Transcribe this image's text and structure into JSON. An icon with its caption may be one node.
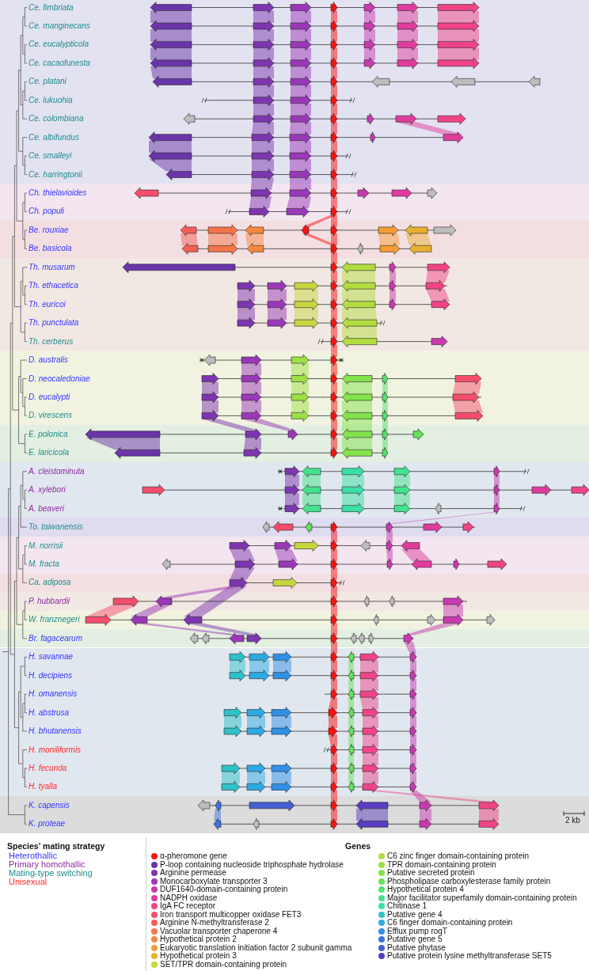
{
  "diagram": {
    "labels": [
      "Ce. fimbriata",
      "Ce. manginecans",
      "Ce. eucalypticola",
      "Ce. cacaofunesta",
      "Ce. platani",
      "Ce. lukuohia",
      "Ce. colombiana",
      "Ce. albifundus",
      "Ce. smalleyi",
      "Ce. harringtonii",
      "Ch. thielavioides",
      "Ch. populi",
      "Be. rouxiae",
      "Be. basicola",
      "Th. musarum",
      "Th. ethacetica",
      "Th. euricoi",
      "Th. punctulata",
      "Th. cerberus",
      "D. australis",
      "D. neocaledoniae",
      "D. eucalypti",
      "D. virescens",
      "E. polonica",
      "E. laricicola",
      "A. cleistominuta",
      "A. xylebori",
      "A. beaveri",
      "To. taiwanensis",
      "M. norrisii",
      "M. fracta",
      "Ca. adiposa",
      "P. hubbardii",
      "W. franznegeri",
      "Br. fagacearum",
      "H. savannae",
      "H. decipiens",
      "H. omanensis",
      "H. abstrusa",
      "H. bhutanensis",
      "H. moniliformis",
      "H. fecunda",
      "H. tyalla",
      "K. capensis",
      "K. proteae",
      "2 kb",
      "Species' mating strategy",
      "Genes"
    ],
    "legend": [
      {
        "text": "Heterothallic",
        "color": "#3535ff"
      },
      {
        "text": "Primary homothallic",
        "color": "#8e2ba0"
      },
      {
        "text": "Mating-type switching",
        "color": "#1e8c8c"
      },
      {
        "text": "Unisexual",
        "color": "#ff2a2a"
      },
      {
        "text": "α-pheromone gene",
        "color": "#ff1010"
      },
      {
        "text": "P-loop containing nucleoside triphosphate hydrolase",
        "color": "#6a35a8"
      },
      {
        "text": "Arginine permease",
        "color": "#7d36b0"
      },
      {
        "text": "Monocarboxylate transporter 3",
        "color": "#9a38b8"
      },
      {
        "text": "DUF1640-domain-containing protein",
        "color": "#c83ab0"
      },
      {
        "text": "NADPH oxidase",
        "color": "#e03c9e"
      },
      {
        "text": "IgA FC receptor",
        "color": "#f04486"
      },
      {
        "text": "Iron transport multicopper oxidase FET3",
        "color": "#f54e6c"
      },
      {
        "text": "Arginine N-methyltransferase 2",
        "color": "#f55e55"
      },
      {
        "text": "Vacuolar transporter chaperone 4",
        "color": "#f5744a"
      },
      {
        "text": "Hypothetical protein 2",
        "color": "#f5883f"
      },
      {
        "text": "Eukaryotic translation initiation factor 2 subunit gamma",
        "color": "#f59c35"
      },
      {
        "text": "Hypothetical protein 3",
        "color": "#e8b032"
      },
      {
        "text": "SET/TPR domain-containing protein",
        "color": "#c6d63e"
      },
      {
        "text": "C6 zinc finger domain-containing protein",
        "color": "#b2dc40"
      },
      {
        "text": "TPR domain-containing protein",
        "color": "#9ce044"
      },
      {
        "text": "Putative secreted protein",
        "color": "#84e24c"
      },
      {
        "text": "Phospholipase carboxylesterase family protein",
        "color": "#66e25a"
      },
      {
        "text": "Hypothetical protein 4",
        "color": "#52e26e"
      },
      {
        "text": "Major facilitator superfamily domain-containing protein",
        "color": "#44e28c"
      },
      {
        "text": "Chitinase 1",
        "color": "#3ae0a6"
      },
      {
        "text": "Putative gene 4",
        "color": "#2ec2c8"
      },
      {
        "text": "C6 finger domain-containing protein",
        "color": "#2eaae2"
      },
      {
        "text": "Efflux pump roqT",
        "color": "#3190e6"
      },
      {
        "text": "Putative gene 5",
        "color": "#3a74e0"
      },
      {
        "text": "Putative phytase",
        "color": "#4660d2"
      },
      {
        "text": "Putative protein lysine methyltransferase SET5",
        "color": "#5a3cc0"
      }
    ]
  }
}
